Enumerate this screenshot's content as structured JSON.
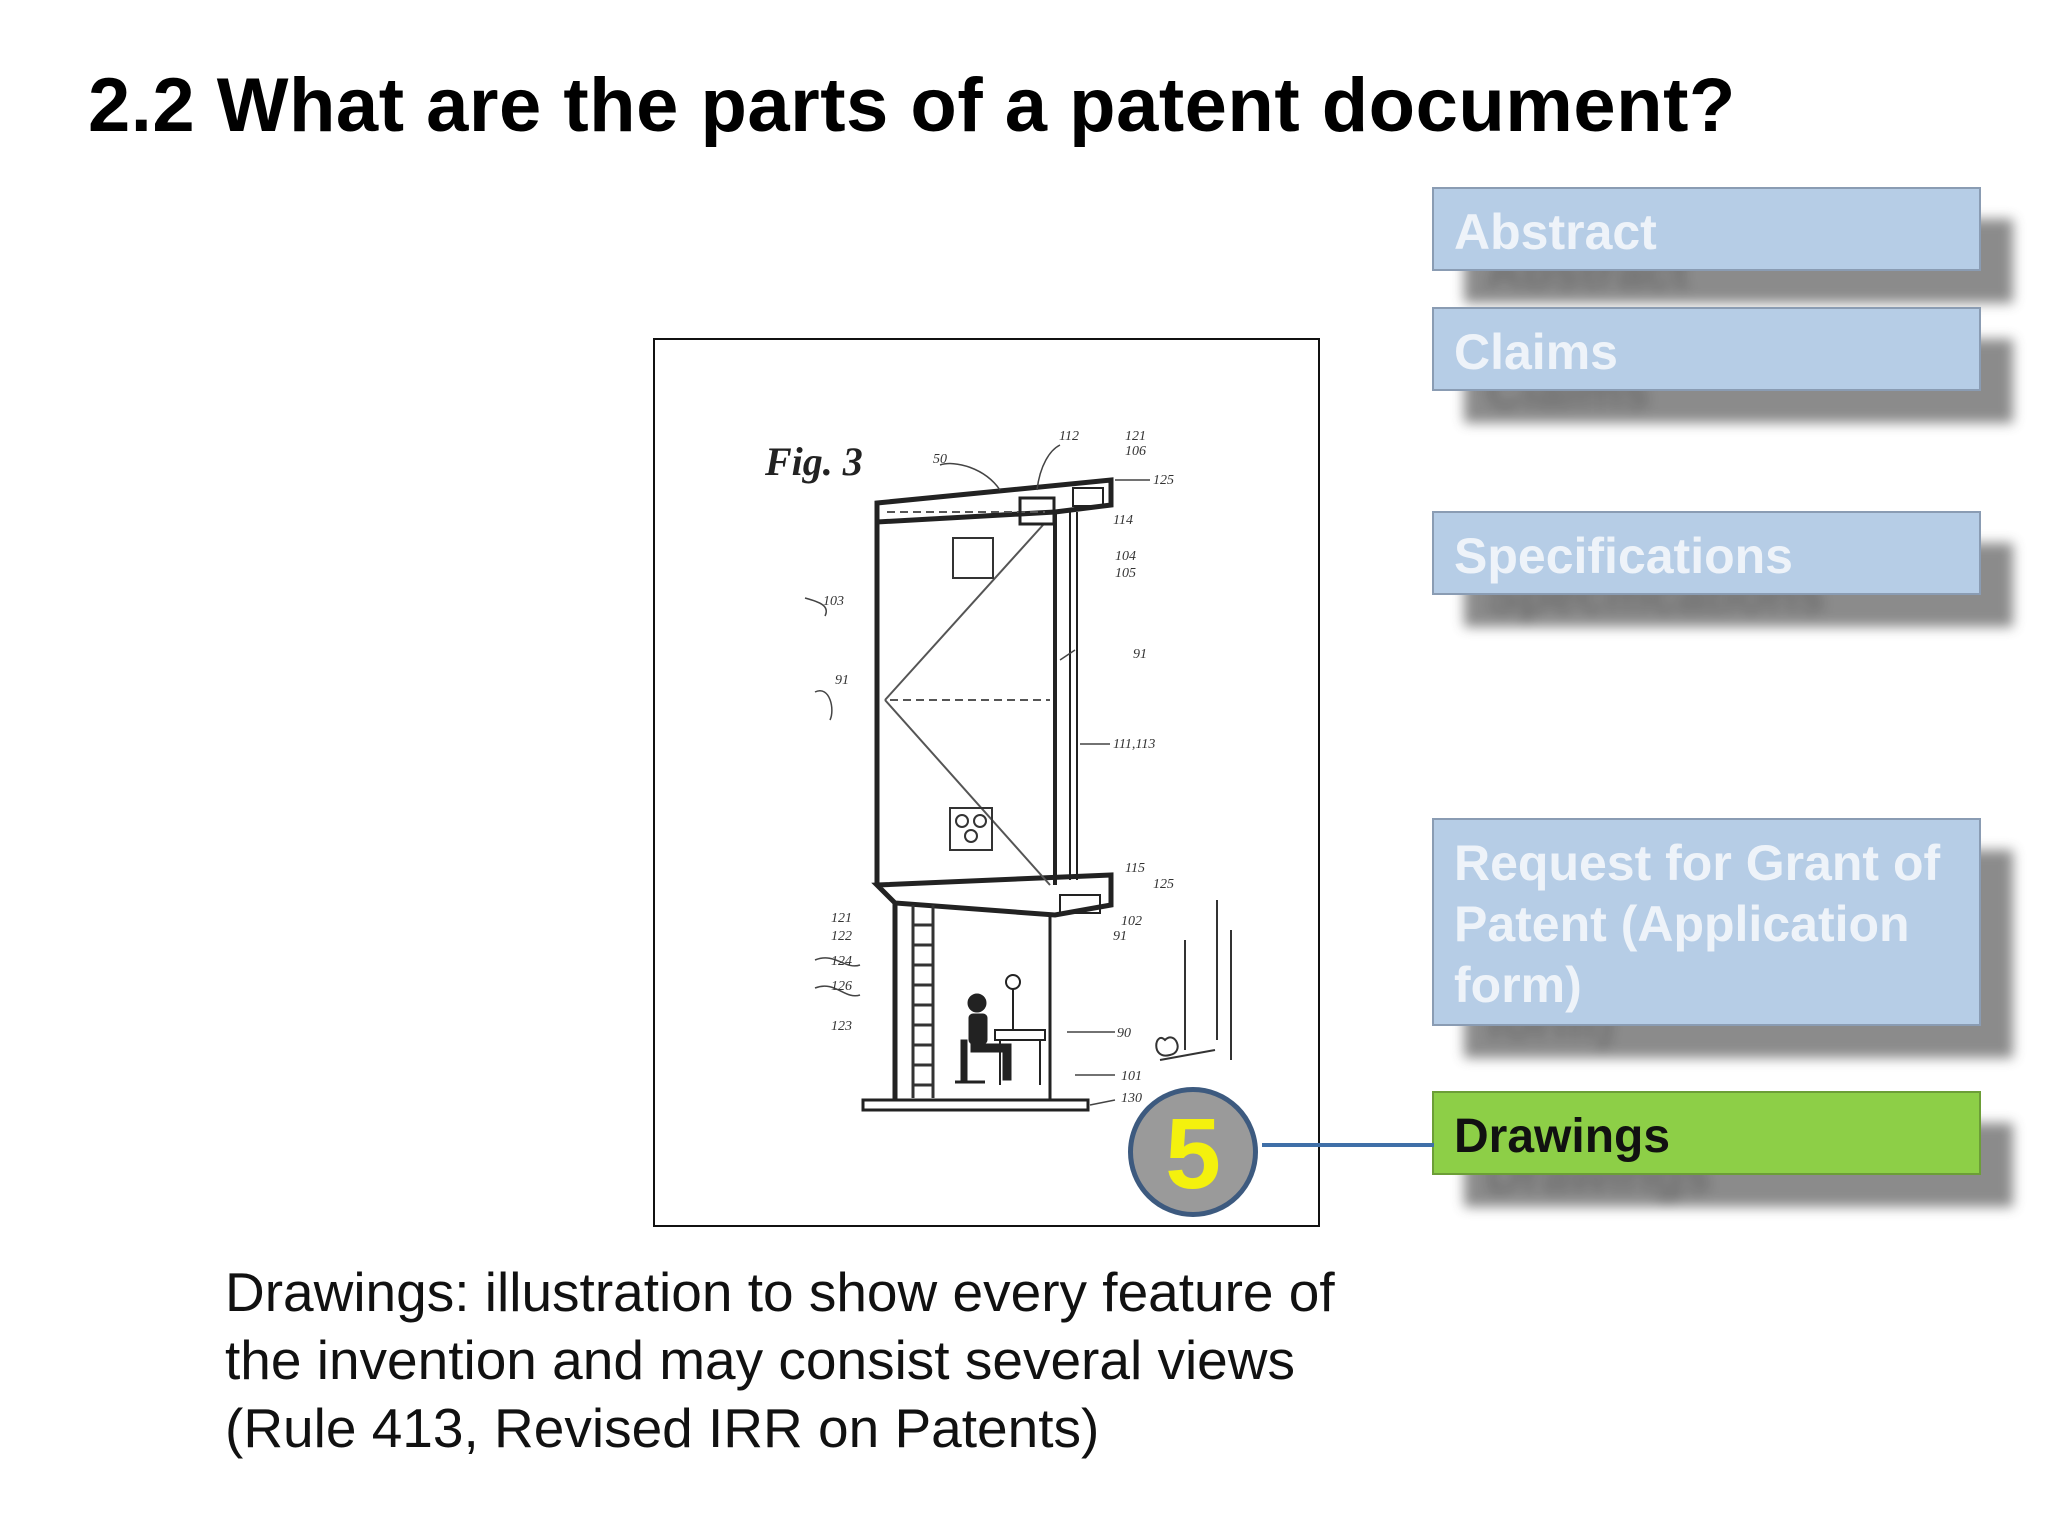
{
  "title": "2.2 What are the parts of a patent document?",
  "tabs": [
    {
      "label": "Abstract",
      "active": false
    },
    {
      "label": "Claims",
      "active": false
    },
    {
      "label": "Specifications",
      "active": false
    },
    {
      "label": "Request for Grant of\nPatent (Application\nform)",
      "active": false
    },
    {
      "label": "Drawings",
      "active": true
    }
  ],
  "figure": {
    "label": "Fig. 3"
  },
  "badge": {
    "number": "5"
  },
  "caption": {
    "lines": [
      "Drawings: illustration to show every feature of",
      "the invention and may consist several views",
      "(Rule 413, Revised IRR on Patents)"
    ]
  },
  "colors": {
    "tab_inactive": "#b6cde6",
    "tab_active": "#8dcf47",
    "badge_number": "#f4f10d",
    "connector": "#3f6fa8"
  }
}
